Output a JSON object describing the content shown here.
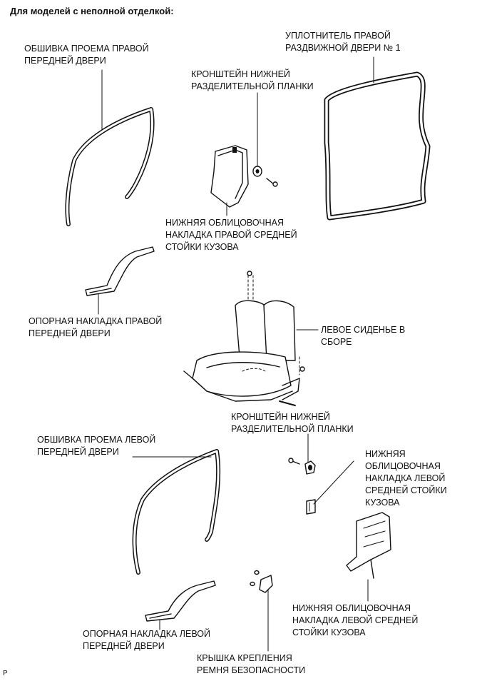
{
  "heading": "Для моделей с неполной отделкой:",
  "labels": {
    "right_front_door_trim": "ОБШИВКА ПРОЕМА ПРАВОЙ\nПЕРЕДНЕЙ ДВЕРИ",
    "right_sliding_door_seal": "УПЛОТНИТЕЛЬ ПРАВОЙ\nРАЗДВИЖНОЙ ДВЕРИ № 1",
    "lower_divider_bracket_top": "КРОНШТЕЙН НИЖНЕЙ\nРАЗДЕЛИТЕЛЬНОЙ ПЛАНКИ",
    "right_center_pillar_lower_garnish": "НИЖНЯЯ ОБЛИЦОВОЧНАЯ\nНАКЛАДКА ПРАВОЙ СРЕДНЕЙ\nСТОЙКИ КУЗОВА",
    "right_front_door_scuff_plate": "ОПОРНАЯ НАКЛАДКА ПРАВОЙ\nПЕРЕДНЕЙ ДВЕРИ",
    "left_seat_assembly": "ЛЕВОЕ СИДЕНЬЕ В\nСБОРЕ",
    "lower_divider_bracket_bottom": "КРОНШТЕЙН НИЖНЕЙ\nРАЗДЕЛИТЕЛЬНОЙ ПЛАНКИ",
    "left_front_door_trim": "ОБШИВКА ПРОЕМА ЛЕВОЙ\nПЕРЕДНЕЙ ДВЕРИ",
    "left_center_pillar_lower_garnish_small": "НИЖНЯЯ\nОБЛИЦОВОЧНАЯ\nНАКЛАДКА ЛЕВОЙ\nСРЕДНЕЙ СТОЙКИ\nКУЗОВА",
    "left_center_pillar_lower_garnish": "НИЖНЯЯ ОБЛИЦОВОЧНАЯ\nНАКЛАДКА ЛЕВОЙ СРЕДНЕЙ\nСТОЙКИ КУЗОВА",
    "left_front_door_scuff_plate": "ОПОРНАЯ НАКЛАДКА ЛЕВОЙ\nПЕРЕДНЕЙ ДВЕРИ",
    "seat_belt_anchor_cover": "КРЫШКА КРЕПЛЕНИЯ\nРЕМНЯ БЕЗОПАСНОСТИ"
  },
  "footer": "P"
}
